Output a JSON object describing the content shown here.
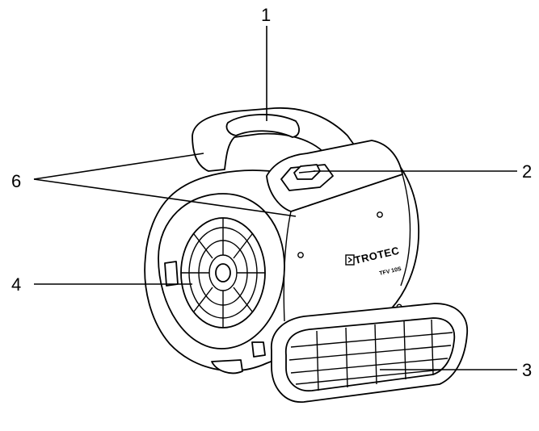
{
  "callouts": [
    {
      "id": "1",
      "label": "1"
    },
    {
      "id": "2",
      "label": "2"
    },
    {
      "id": "3",
      "label": "3"
    },
    {
      "id": "4",
      "label": "4"
    },
    {
      "id": "6",
      "label": "6"
    }
  ],
  "device": {
    "brand_text": "TROTEC",
    "model_text": "TFV 10S",
    "logo_icon": "chevron-box-icon",
    "fan_icon": "fan-grille-icon"
  }
}
